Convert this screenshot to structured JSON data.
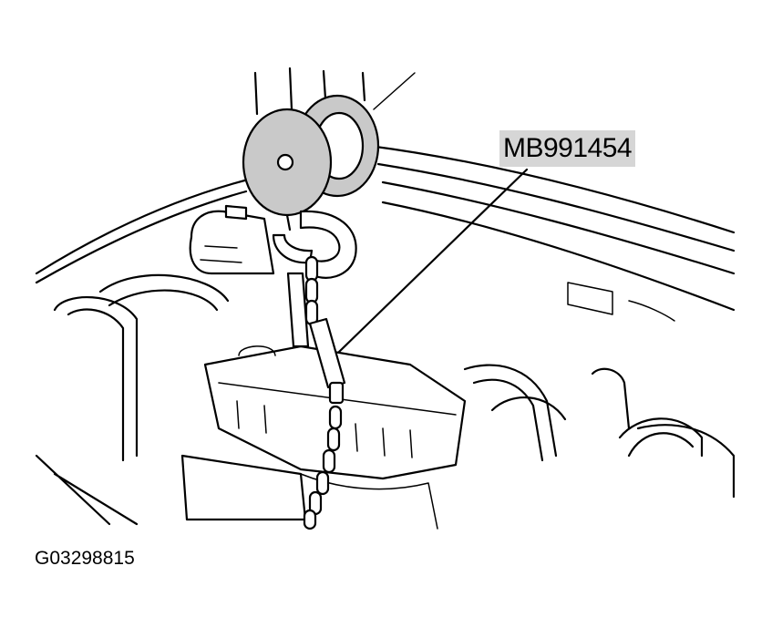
{
  "diagram": {
    "tool_label": "MB991454",
    "figure_id": "G03298815"
  },
  "icons": [
    "chain-hoist-illustration",
    "engine-bay-illustration",
    "lifting-chain-illustration"
  ]
}
